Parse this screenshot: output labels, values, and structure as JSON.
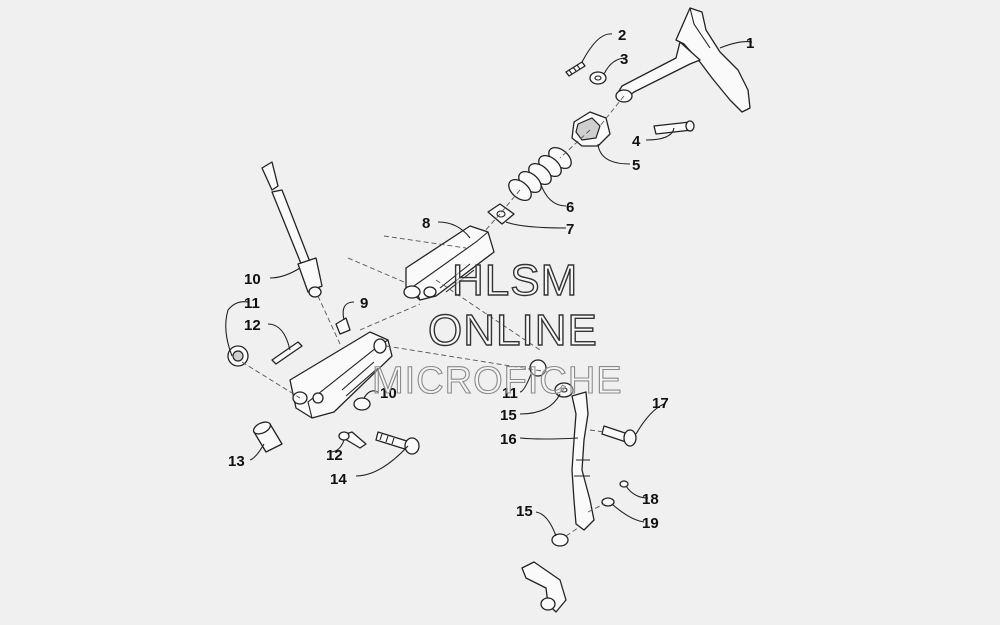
{
  "watermark": {
    "line1": "HLSM",
    "line2": "ONLINE",
    "line3": "MICROFICHE"
  },
  "callouts": [
    {
      "id": "c1",
      "label": "1"
    },
    {
      "id": "c2",
      "label": "2"
    },
    {
      "id": "c3",
      "label": "3"
    },
    {
      "id": "c4",
      "label": "4"
    },
    {
      "id": "c5",
      "label": "5"
    },
    {
      "id": "c6",
      "label": "6"
    },
    {
      "id": "c7",
      "label": "7"
    },
    {
      "id": "c8",
      "label": "8"
    },
    {
      "id": "c9",
      "label": "9"
    },
    {
      "id": "c10a",
      "label": "10"
    },
    {
      "id": "c10b",
      "label": "10"
    },
    {
      "id": "c11a",
      "label": "11"
    },
    {
      "id": "c11b",
      "label": "11"
    },
    {
      "id": "c12a",
      "label": "12"
    },
    {
      "id": "c12b",
      "label": "12"
    },
    {
      "id": "c13",
      "label": "13"
    },
    {
      "id": "c14",
      "label": "14"
    },
    {
      "id": "c15a",
      "label": "15"
    },
    {
      "id": "c15b",
      "label": "15"
    },
    {
      "id": "c16",
      "label": "16"
    },
    {
      "id": "c17",
      "label": "17"
    },
    {
      "id": "c18",
      "label": "18"
    },
    {
      "id": "c19",
      "label": "19"
    }
  ]
}
